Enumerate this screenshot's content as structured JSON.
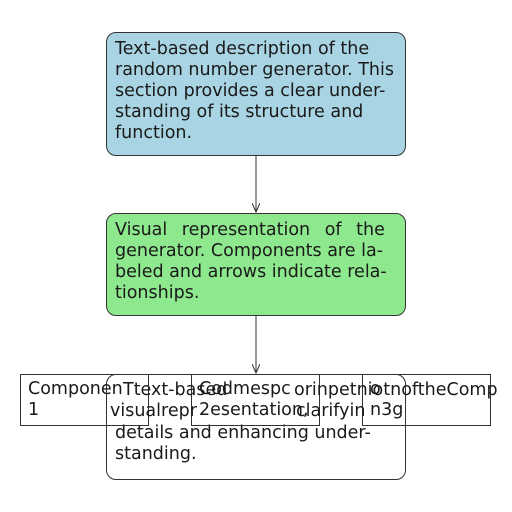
{
  "colors": {
    "description_fill": "#a9d4e3",
    "visual_fill": "#8ee88e",
    "border": "#333333",
    "text": "#1a1a1a"
  },
  "description_node": {
    "lines": [
      "Text-based description of the",
      "random number generator. This",
      "section provides a clear under-",
      "standing of its structure and",
      "function."
    ]
  },
  "visual_node": {
    "lines": [
      "Visual representation of the",
      "generator. Components are la-",
      "beled and arrows indicate rela-",
      "tionships."
    ]
  },
  "components": [
    {
      "lines": [
        "Componen",
        "1"
      ]
    },
    {
      "lines": [
        "Codmespc",
        "2esentation,"
      ]
    },
    {
      "lines": [
        "o",
        "n3g"
      ]
    }
  ],
  "notes_node": {
    "row1": "Ttext-based",
    "row1b": "orinpetniotnoftheComp",
    "row2": "visualrepr",
    "row2b": "clarifyin",
    "lines": [
      "details and enhancing under-",
      "standing."
    ]
  }
}
